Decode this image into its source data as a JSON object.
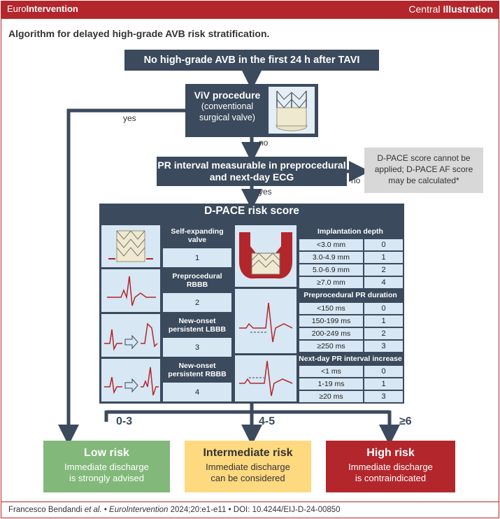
{
  "header": {
    "journal_part1": "Euro",
    "journal_part2": "Intervention",
    "label_part1": "Central ",
    "label_part2": "Illustration"
  },
  "subtitle": "Algorithm for delayed high-grade AVB risk stratification.",
  "flow": {
    "start": "No high-grade AVB in the first 24 h after TAVI",
    "viv_title": "ViV procedure",
    "viv_sub": "(conventional surgical valve)",
    "yes_label": "yes",
    "no_label": "no",
    "pr_box": "PR interval measurable in preprocedural and next-day ECG",
    "no_label2": "no",
    "yes_label2": "yes",
    "not_applicable": "D-PACE score cannot be applied; D-PACE AF score may be calculated*"
  },
  "dpace": {
    "title": "D-PACE risk score",
    "left_items": [
      {
        "label": "Self-expanding valve",
        "points": "1",
        "icon": "self-expanding-valve-icon"
      },
      {
        "label": "Preprocedural RBBB",
        "points": "2",
        "icon": "rbbb-ecg-icon"
      },
      {
        "label": "New-onset persistent LBBB",
        "points": "3",
        "icon": "lbbb-ecg-icon"
      },
      {
        "label": "New-onset persistent RBBB",
        "points": "4",
        "icon": "new-rbbb-ecg-icon"
      }
    ],
    "groups": [
      {
        "title": "Implantation depth",
        "icon": "implantation-depth-icon",
        "rows": [
          {
            "range": "<3.0 mm",
            "points": "0"
          },
          {
            "range": "3.0-4.9 mm",
            "points": "1"
          },
          {
            "range": "5.0-6.9 mm",
            "points": "2"
          },
          {
            "range": "≥7.0 mm",
            "points": "4"
          }
        ]
      },
      {
        "title": "Preprocedural PR duration",
        "icon": "pr-duration-ecg-icon",
        "rows": [
          {
            "range": "<150 ms",
            "points": "0"
          },
          {
            "range": "150-199 ms",
            "points": "1"
          },
          {
            "range": "200-249 ms",
            "points": "2"
          },
          {
            "range": "≥250 ms",
            "points": "3"
          }
        ]
      },
      {
        "title": "Next-day PR interval increase",
        "icon": "pr-increase-ecg-icon",
        "rows": [
          {
            "range": "<1 ms",
            "points": "0"
          },
          {
            "range": "1-19 ms",
            "points": "1"
          },
          {
            "range": "≥20 ms",
            "points": "3"
          }
        ]
      }
    ]
  },
  "scores": {
    "low": "0-3",
    "mid": "4-5",
    "high": "≥6"
  },
  "outcomes": [
    {
      "title": "Low risk",
      "line1": "Immediate discharge",
      "line2": "is strongly advised",
      "color": "#82b87a"
    },
    {
      "title": "Intermediate risk",
      "line1": "Immediate discharge",
      "line2": "can be considered",
      "color": "#ffd980"
    },
    {
      "title": "High risk",
      "line1": "Immediate discharge",
      "line2": "is contraindicated",
      "color": "#b3262c"
    }
  ],
  "footer": {
    "authors": "Francesco Bendandi ",
    "etal": "et al.",
    "sep": " • ",
    "journal": "EuroIntervention",
    "citation": " 2024;20:e1-e11 • DOI: 10.4244/EIJ-D-24-00850"
  },
  "colors": {
    "brand": "#b3262c",
    "dark_box": "#3b4a5c",
    "cell": "#d7e7f3"
  }
}
